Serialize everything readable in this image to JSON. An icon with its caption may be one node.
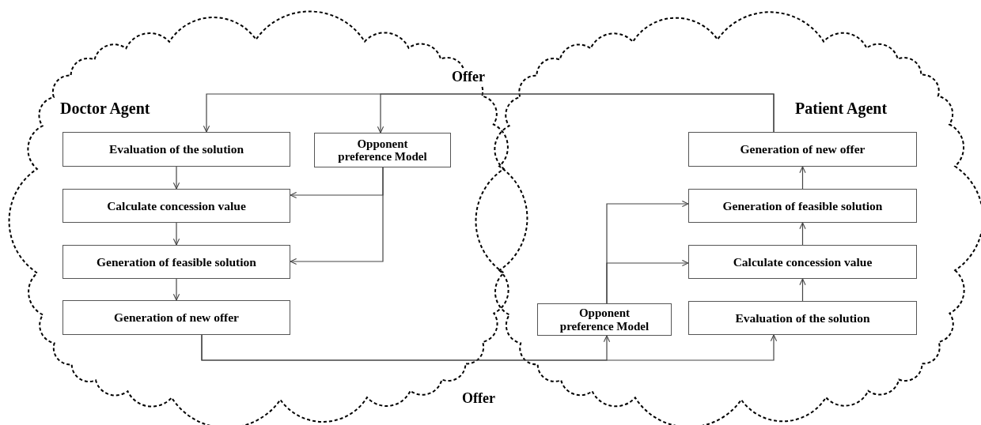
{
  "diagram": {
    "nodes": [
      {
        "text": [
          "Doctor Agent"
        ]
      },
      {
        "text": [
          "Evaluation of the solution"
        ],
        "in": 0
      },
      {
        "text": [
          "Opponent preference Model"
        ],
        "in": 0
      },
      {
        "text": [
          "Calculate concession value"
        ],
        "in": 0
      },
      {
        "text": [
          "Generation of feasible solution"
        ],
        "in": 0
      },
      {
        "text": [
          "Generation of new offer"
        ],
        "in": 0
      },
      {
        "text": [
          "Patient Agent"
        ]
      },
      {
        "text": [
          "Generation of new offer"
        ],
        "in": 6
      },
      {
        "text": [
          "Generation of feasible solution"
        ],
        "in": 6
      },
      {
        "text": [
          "Calculate concession value"
        ],
        "in": 6
      },
      {
        "text": [
          "Opponent preference Model"
        ],
        "in": 6
      },
      {
        "text": [
          "Evaluation of the solution"
        ],
        "in": 6
      }
    ],
    "edges": [
      {
        "from": 7,
        "to": 1,
        "arrow": "to",
        "label": "Offer"
      },
      {
        "from": 7,
        "to": 2,
        "arrow": "to"
      },
      {
        "from": 1,
        "to": 3,
        "arrow": "to"
      },
      {
        "from": 3,
        "to": 4,
        "arrow": "to"
      },
      {
        "from": 4,
        "to": 5,
        "arrow": "to"
      },
      {
        "from": 2,
        "to": 3,
        "arrow": "to"
      },
      {
        "from": 2,
        "to": 4,
        "arrow": "to"
      },
      {
        "from": 5,
        "to": 11,
        "arrow": "to",
        "label": "Offer"
      },
      {
        "from": 5,
        "to": 10,
        "arrow": "to"
      },
      {
        "from": 11,
        "to": 9,
        "arrow": "to"
      },
      {
        "from": 9,
        "to": 8,
        "arrow": "to"
      },
      {
        "from": 8,
        "to": 7,
        "arrow": "to"
      },
      {
        "from": 10,
        "to": 9,
        "arrow": "to"
      },
      {
        "from": 10,
        "to": 8,
        "arrow": "to"
      }
    ]
  }
}
